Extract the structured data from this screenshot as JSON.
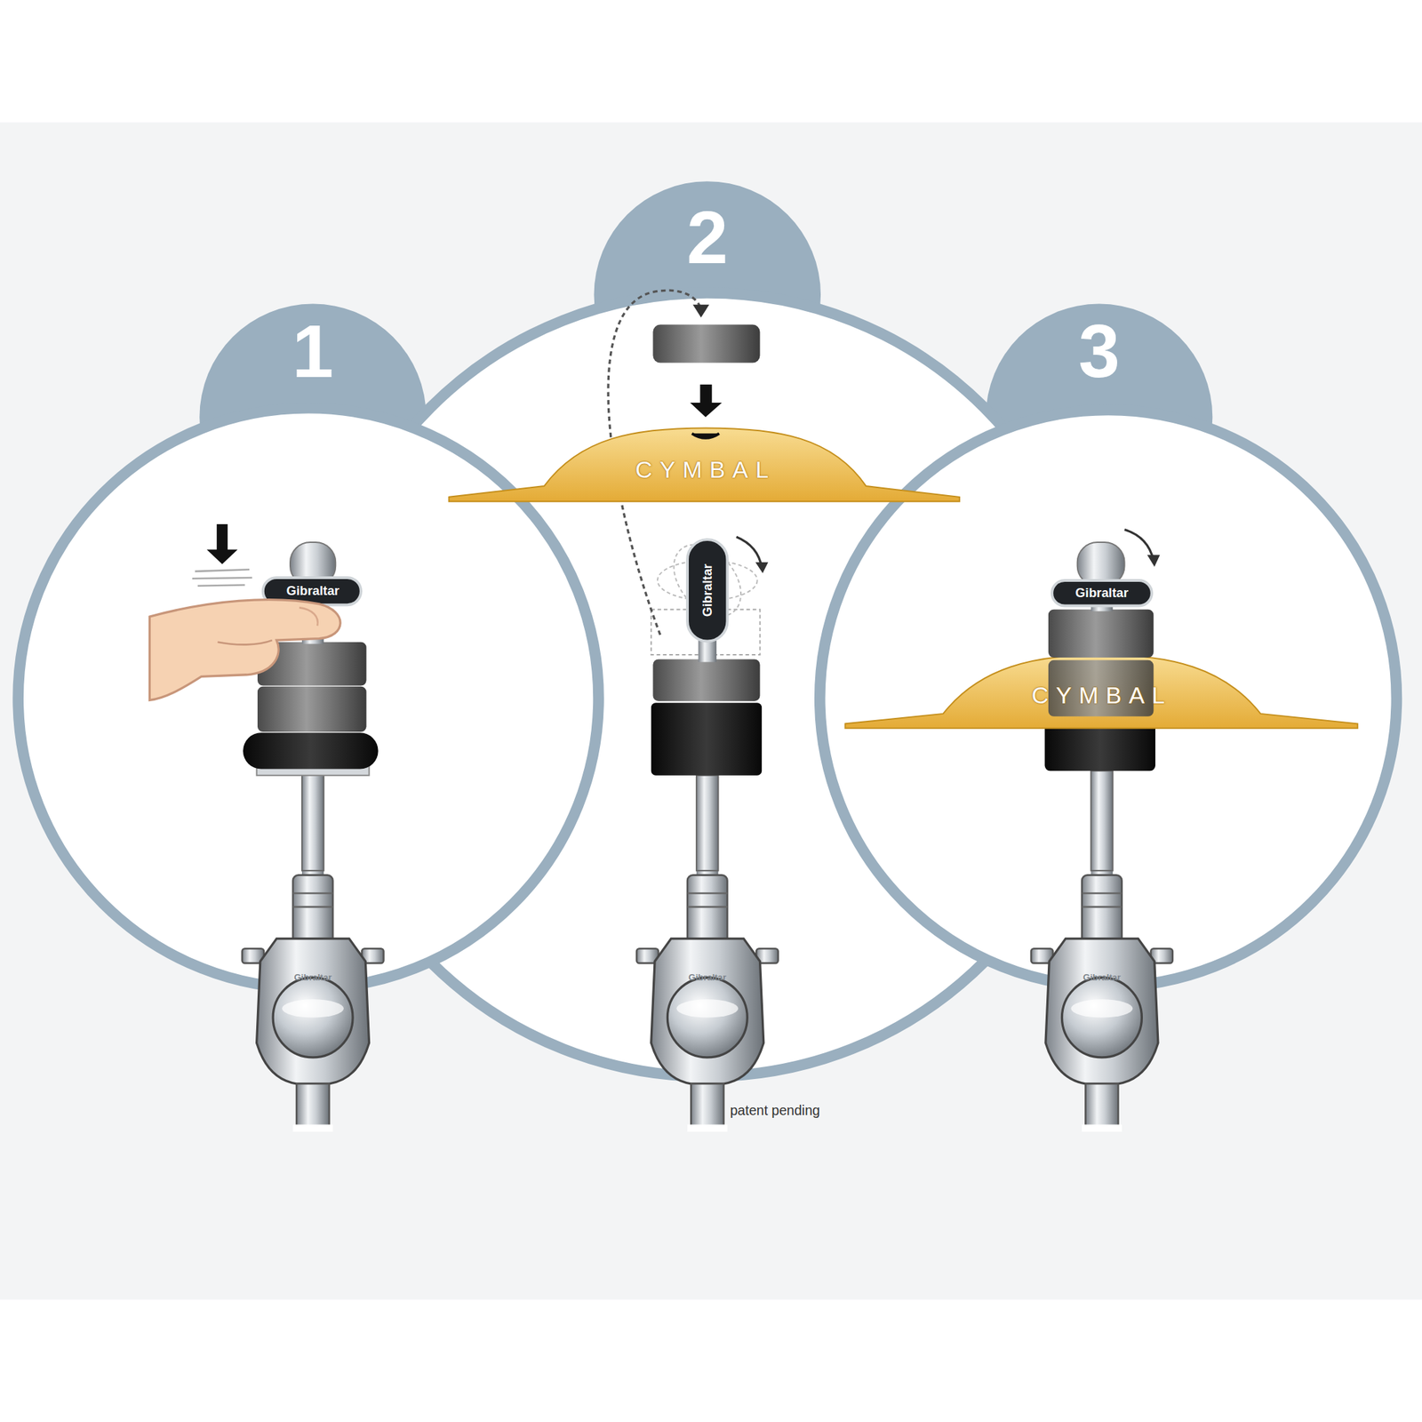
{
  "diagram": {
    "nodes": [
      {
        "text": [
          "1"
        ]
      },
      {
        "text": [
          "2"
        ]
      },
      {
        "text": [
          "3"
        ]
      }
    ],
    "labels": [
      "Gibraltar",
      "CYMBAL",
      "Gibraltar",
      "Gibraltar",
      "CYMBAL",
      "Gibraltar",
      "Gibraltar",
      "Gibraltar",
      "patent pending"
    ]
  }
}
